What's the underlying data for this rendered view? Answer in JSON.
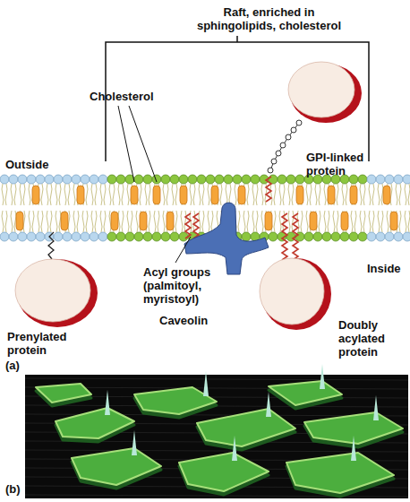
{
  "diagram": {
    "labels": [
      "Raft, enriched in sphingolipids, cholesterol",
      "Cholesterol",
      "GPI-linked protein",
      "Outside",
      "Inside",
      "Acyl groups (palmitoyl, myristoyl)",
      "Caveolin",
      "Prenylated protein",
      "Doubly acylated protein",
      "(a)",
      "(b)"
    ]
  }
}
